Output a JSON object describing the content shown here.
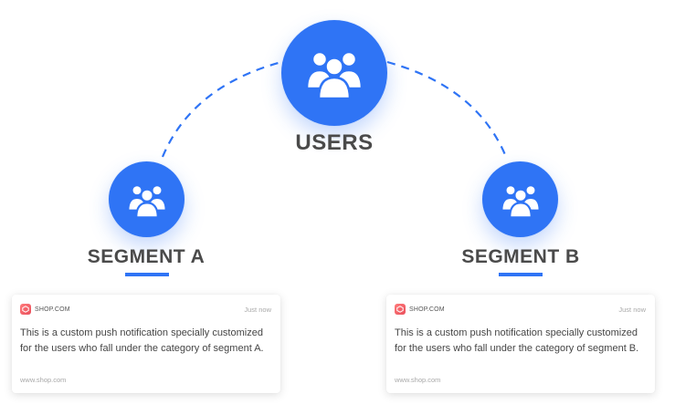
{
  "center": {
    "label": "USERS",
    "icon": "users-group-icon"
  },
  "segments": [
    {
      "label": "SEGMENT A",
      "icon": "users-group-icon",
      "notification": {
        "app_name": "SHOP.COM",
        "time": "Just now",
        "message": "This is a custom push notification specially customized for the users who fall under the category of segment A.",
        "url": "www.shop.com",
        "icon": "shop-app-icon"
      }
    },
    {
      "label": "SEGMENT B",
      "icon": "users-group-icon",
      "notification": {
        "app_name": "SHOP.COM",
        "time": "Just now",
        "message": "This is a custom push notification specially customized for the users who fall under the category of segment B.",
        "url": "www.shop.com",
        "icon": "shop-app-icon"
      }
    }
  ],
  "colors": {
    "accent": "#2f74f5",
    "label_text": "#4a4a4a",
    "body_text": "#454545",
    "muted_text": "#a9a9a9",
    "app_icon": "#e94f5c"
  }
}
